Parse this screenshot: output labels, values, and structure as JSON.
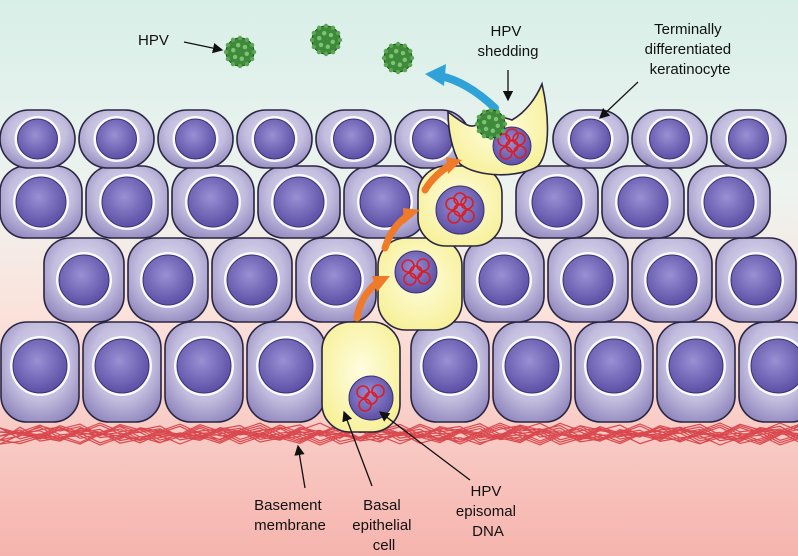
{
  "labels": {
    "hpv": "HPV",
    "hpv_shedding": [
      "HPV",
      "shedding"
    ],
    "terminally_differentiated": [
      "Terminally",
      "differentiated",
      "keratinocyte"
    ],
    "basement_membrane": [
      "Basement",
      "membrane"
    ],
    "basal_epithelial_cell": [
      "Basal",
      "epithelial",
      "cell"
    ],
    "hpv_episomal_dna": [
      "HPV",
      "episomal",
      "DNA"
    ]
  },
  "colors": {
    "background_top": "#d8efe8",
    "background_bottom": "#f6b9b4",
    "cell_fill": "#bfb8dc",
    "cell_stroke": "#2a2540",
    "nucleus_fill": "#7b6fbe",
    "infected_cell_fill": "#fbf7b0",
    "virus_fill": "#3f8a3a",
    "dna_ring": "#d81f26",
    "progression_arrow": "#ef7a2a",
    "shedding_arrow": "#2fa3d8",
    "basement_fibers": "#d4323a"
  },
  "icons": [
    "hpv-virion-icon",
    "episomal-dna-ring-icon",
    "progression-arrow-icon",
    "shedding-arrow-icon"
  ]
}
